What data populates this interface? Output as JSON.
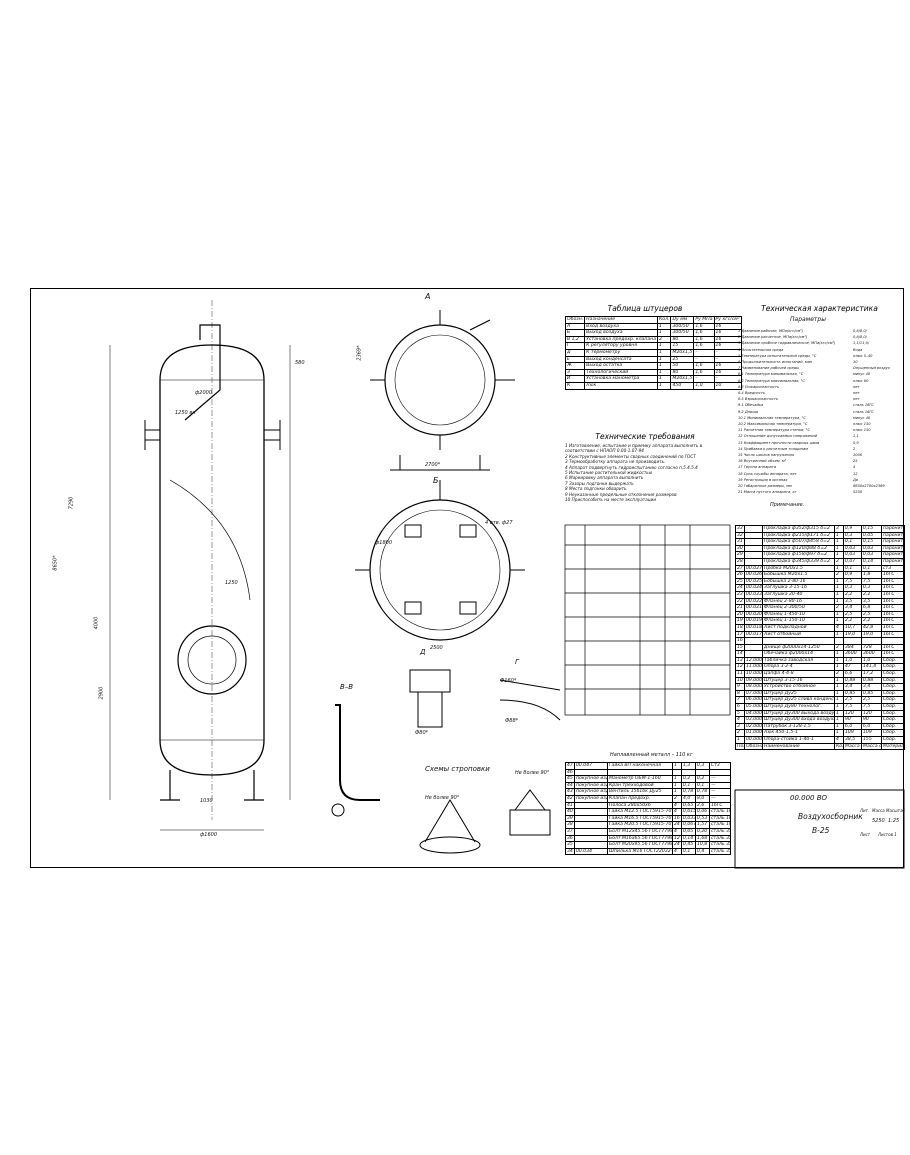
{
  "nozzle_table": {
    "title": "Таблица штуцеров",
    "headers": [
      "Обозн.",
      "Назначение",
      "Кол.",
      "Dу мм",
      "Pу МПа",
      "Pу кгс/см²"
    ],
    "rows": [
      [
        "А",
        "Вход воздуха",
        "1",
        "300/50",
        "1,6",
        "16"
      ],
      [
        "Б",
        "Выход воздуха",
        "1",
        "300/50",
        "1,6",
        "16"
      ],
      [
        "В 1,2",
        "Установка предохр. клапана",
        "2",
        "80",
        "1,6",
        "16"
      ],
      [
        "Г",
        "К регулятору уровня",
        "1",
        "15",
        "1,6",
        "16"
      ],
      [
        "Д",
        "К термометру",
        "1",
        "М20х1,5",
        "–",
        "–"
      ],
      [
        "Е",
        "Выход конденсата",
        "1",
        "25",
        "–",
        "–"
      ],
      [
        "Ж",
        "Выход остатка",
        "1",
        "50",
        "1,6",
        "16"
      ],
      [
        "З",
        "Технологический",
        "1",
        "80",
        "1,6",
        "16"
      ],
      [
        "И",
        "Установка манометра",
        "1",
        "М20х1,5",
        "–",
        "–"
      ],
      [
        "К",
        "Люк",
        "1",
        "450",
        "1,0",
        "10"
      ]
    ]
  },
  "tech_requirements": {
    "title": "Технические требования",
    "items": [
      "1 Изготовление, испытание и приемку аппарата выполнять в соответствии с НПАОП 0.00-1.07-94",
      "2 Конструктивные элементы сварных соединений по ГОСТ",
      "3 Термообработку аппарата не производить.",
      "4 Аппарат подвергнуть гидроиспытанию согласно п.5.4.5.4",
      "5 Испытание растительной жидкостью",
      "6 Маркировку аппарата выполнить",
      "7 Зазоры подгонки выдержать",
      "8 Места подгонки обварить",
      "9 Неуказанные предельные отклонения размеров",
      "10 Приспособить на месте эксплуатации"
    ]
  },
  "tech_characteristics": {
    "title": "Техническая характеристика",
    "param_header": "Параметры",
    "rows": [
      [
        "1 Давление рабочее, МПа(кгс/см²)",
        "0,8/8,0/"
      ],
      [
        "2 Давление расчетное, МПа(кгс/см²)",
        "0,8/8,0/"
      ],
      [
        "3 Давление пробное гидравлическое, МПа(кгс/см²)",
        "1,1/11,0/"
      ],
      [
        "4 Испытательная среда",
        "Вода"
      ],
      [
        "5 Температура испытательной среды, °С",
        "плюс 5–40"
      ],
      [
        "6 Продолжительность испытаний, мин",
        "10"
      ],
      [
        "7 Наименование рабочей среды",
        "Опущенный воздух"
      ],
      [
        "8.1 Температура минимальная, °С",
        "минус 40"
      ],
      [
        "8.2 Температура максимальная, °С",
        "плюс 80"
      ],
      [
        "8.3 Пожароопасность",
        "нет"
      ],
      [
        "8.4 Вредность",
        "нет"
      ],
      [
        "8.5 Взрывоопасность",
        "нет"
      ],
      [
        "9.1 Обечайка",
        "сталь 16ГС"
      ],
      [
        "9.2 Днища",
        "сталь 16ГС"
      ],
      [
        "10.1 Минимальная температура, °С",
        "минус 40"
      ],
      [
        "10.2 Максимальная температура, °С",
        "плюс 150"
      ],
      [
        "11 Расчетная температура стенки, °С",
        "плюс 150"
      ],
      [
        "12 Отношение допускаемых напряжений",
        "1,1"
      ],
      [
        "13 Коэффициент прочности сварных швов",
        "0,9"
      ],
      [
        "14 Прибавка к расчетным толщинам",
        "2"
      ],
      [
        "15 Число циклов нагружения",
        "1000"
      ],
      [
        "16 Внутренний объем, м³",
        "25"
      ],
      [
        "17 Группа аппарата",
        "4"
      ],
      [
        "18 Срок службы аппарата, лет",
        "12"
      ],
      [
        "19 Регистрация в органах",
        "Да"
      ],
      [
        "20 Габаритные размеры, мм",
        "8650x2700x2369"
      ],
      [
        "21 Масса пустого аппарата, кг",
        "5250"
      ]
    ],
    "note_title": "Примечание."
  },
  "weld_metal_title": "Наплавленный металл – 110 кг",
  "lower_parts": [
    [
      "47",
      "00.047",
      "Гайка ВП наконечная",
      "1",
      "1,3",
      "0,3",
      "Ст3"
    ],
    [
      "46",
      "",
      "",
      "",
      "",
      "",
      ""
    ],
    [
      "45",
      "покупное изд",
      "Манометр ОБМ-1-160",
      "1",
      "0,2",
      "0,2",
      "—"
    ],
    [
      "44",
      "покупное изд",
      "Кран трехходовой",
      "1",
      "0,1",
      "0,1",
      "—"
    ],
    [
      "43",
      "покупное изд",
      "Вентиль 15б1бк Ду25",
      "1",
      "0,78",
      "0,78",
      "—"
    ],
    [
      "42",
      "покупное изд",
      "Клапан предохр.",
      "2",
      "4,0",
      "8,0",
      "—"
    ],
    [
      "41",
      "",
      "Полоса 280х50х6",
      "4",
      "0,65",
      "2,6",
      "16ГС"
    ],
    [
      "40",
      "",
      "Гайка М12.5 ГОСТ5915-70",
      "4",
      "0,015",
      "0,06",
      "сталь 16"
    ],
    [
      "39",
      "",
      "Гайка М16.5 ГОСТ5915-70",
      "16",
      "0,033",
      "0,53",
      "сталь 16"
    ],
    [
      "38",
      "",
      "Гайка М20.5 ГОСТ5915-70",
      "24",
      "0,067",
      "1,57",
      "сталь 16"
    ],
    [
      "37",
      "",
      "Болт М12х45.56 ГОСТ7798-70",
      "4",
      "0,05",
      "0,20",
      "сталь 35"
    ],
    [
      "36",
      "",
      "Болт М16х65.56 ГОСТ7798-70",
      "12",
      "0,14",
      "1,68",
      "сталь 35"
    ],
    [
      "35",
      "",
      "Болт М20х95.56 ГОСТ7798-70",
      "24",
      "0,45",
      "10,8",
      "сталь 35"
    ],
    [
      "34",
      "00.034",
      "Шпилька М16 ГОСТ22032-76",
      "4",
      "0,1",
      "0,4",
      "сталь 35"
    ]
  ],
  "right_parts": [
    [
      "33",
      "",
      "Прокладка ф352/ф315 δ=2",
      "3",
      "0,9",
      "0,15",
      "паронит"
    ],
    [
      "32",
      "",
      "Прокладка ф215/ф171 δ=2",
      "1",
      "0,3",
      "0,05",
      "паронит"
    ],
    [
      "31",
      "",
      "Прокладка ф507/ф458 δ=2",
      "1",
      "0,1",
      "0,15",
      "паронит"
    ],
    [
      "30",
      "",
      "Прокладка ф120/ф88 δ=2",
      "1",
      "0,03",
      "0,03",
      "паронит"
    ],
    [
      "29",
      "",
      "Прокладка ф158/ф97 δ=2",
      "1",
      "0,03",
      "0,03",
      "паронит"
    ],
    [
      "28",
      "",
      "Прокладка ф345/ф339 δ=2",
      "2",
      "0,07",
      "0,14",
      "паронит"
    ],
    [
      "27",
      "00.027",
      "Пробка М20х1.5",
      "1",
      "0,1",
      "0,1",
      "ст3"
    ],
    [
      "26",
      "00.026",
      "Бобышка М20х1.5",
      "2",
      "0,9",
      "1,8",
      "16ГС"
    ],
    [
      "25",
      "00.025",
      "Бобышка 2-80-16",
      "1",
      "7,5",
      "7,5",
      "16ГС"
    ],
    [
      "24",
      "00.024",
      "Заглушка 3-15-16",
      "1",
      "0,3",
      "0,3",
      "16ГС"
    ],
    [
      "23",
      "00.023",
      "Заглушка 20-40",
      "1",
      "2,2",
      "2,2",
      "16ГС"
    ],
    [
      "22",
      "00.022",
      "Фланец 2-80-16",
      "1",
      "3,5",
      "3,5",
      "16ГС"
    ],
    [
      "21",
      "00.021",
      "Фланец 2-300/50",
      "2",
      "3,4",
      "6,8",
      "16ГС"
    ],
    [
      "20",
      "00.020",
      "Фланец 1-450-10",
      "1",
      "2,5",
      "2,5",
      "16ГС"
    ],
    [
      "19",
      "00.019",
      "Фланец 1-150-10",
      "1",
      "2,2",
      "2,2",
      "16ГС"
    ],
    [
      "18",
      "00.018",
      "Лист подкладной",
      "4",
      "10,7",
      "42,8",
      "16ГС"
    ],
    [
      "17",
      "00.017",
      "Лист отбойный",
      "1",
      "19,0",
      "19,0",
      "16ГС"
    ],
    [
      "16",
      "",
      "",
      "",
      "",
      "",
      ""
    ],
    [
      "15",
      "",
      "Днище ф2000х14-1250",
      "2",
      "384",
      "728",
      "16ГС"
    ],
    [
      "14",
      "",
      "Обечайка ф2000х14",
      "1",
      "3600",
      "3600",
      "16ГС"
    ],
    [
      "13",
      "12.000",
      "Табличка заводская",
      "1",
      "1,0",
      "1,0",
      "Сбор."
    ],
    [
      "12",
      "11.000",
      "Опора 3-2-4",
      "1",
      "47",
      "141,4",
      "Сбор."
    ],
    [
      "11",
      "10.000",
      "Цапфа 4-4-8",
      "2",
      "6,6",
      "17,2",
      "Сбор."
    ],
    [
      "10",
      "09.000",
      "Штуцер 3-15-16",
      "1",
      "0,88",
      "0,88",
      "Сбор."
    ],
    [
      "9",
      "08.000",
      "Устройство отбойное",
      "1",
      "3,4",
      "3,4",
      "Сбор."
    ],
    [
      "8",
      "07.000",
      "Штуцер Ду25",
      "1",
      "0,85",
      "0,85",
      "Сбор."
    ],
    [
      "7",
      "06.000",
      "Штуцер Ду25 слива конденсата",
      "1",
      "2,5",
      "2,5",
      "Сбор."
    ],
    [
      "6",
      "05.000",
      "Штуцер Ду80 технолог.",
      "1",
      "7,5",
      "7,5",
      "Сбор."
    ],
    [
      "5",
      "04.000",
      "Штуцер Ду300 выхода воздуха",
      "1",
      "120",
      "120",
      "Сбор."
    ],
    [
      "4",
      "03.000",
      "Штуцер Ду300 входа воздуха",
      "1",
      "90",
      "90",
      "Сбор."
    ],
    [
      "3",
      "02.000",
      "Патрубок 3-128-1,5",
      "1",
      "6,0",
      "6,0",
      "Сбор."
    ],
    [
      "2",
      "01.000",
      "Люк 450-1,5-1",
      "1",
      "109",
      "109",
      "Сбор."
    ],
    [
      "1",
      "00.000",
      "Опора-стойка 1-40-1",
      "4",
      "38,5",
      "155",
      "Сбор."
    ]
  ],
  "parts_header": [
    "Поз.",
    "Обозначение",
    "Наименование",
    "Кол.",
    "Масса ед.",
    "Масса общ.",
    "Материал"
  ],
  "title_block": {
    "doc_number": "00.000 ВО",
    "name": "Воздухосборник",
    "model": "В-25",
    "mass": "5250",
    "scale": "1:25",
    "sheet_label": "Лист",
    "sheets_label": "Листов 1",
    "lit_label": "Лит.",
    "mass_label": "Масса",
    "scale_label": "Масштаб"
  },
  "views": {
    "view_a": "А",
    "view_b": "Б",
    "view_v": "В–В",
    "view_d": "Д",
    "view_g": "Г",
    "sling_title": "Схемы строповки",
    "sling_note1": "Не более 90°",
    "sling_note2": "Не более 90°",
    "dims": [
      "ф2000",
      "8650*",
      "7290",
      "4000",
      "2900",
      "1250",
      "2369*",
      "2700*",
      "2500",
      "ф1800",
      "4 отв. ф27",
      "1030",
      "ф1600",
      "580",
      "1250 вн",
      "Ф160*",
      "Ф88*",
      "Ф80*"
    ]
  }
}
